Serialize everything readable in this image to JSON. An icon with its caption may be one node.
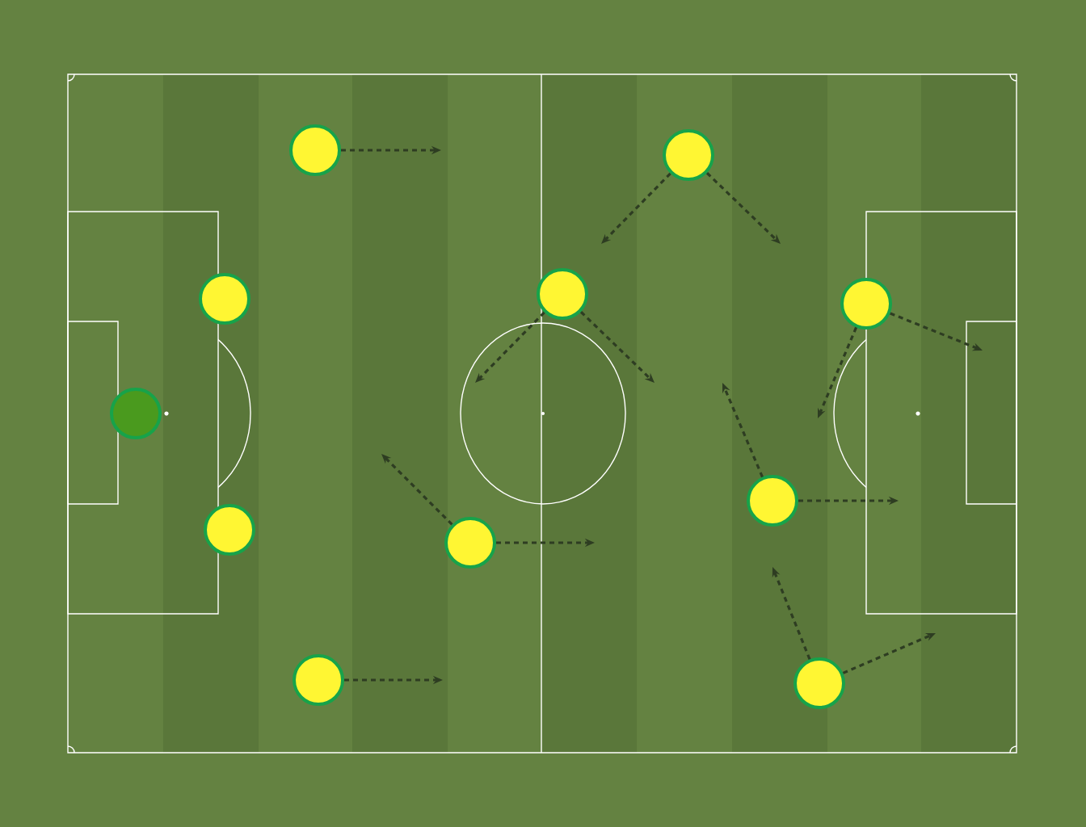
{
  "diagram": {
    "nodes": [
      {
        "text": [],
        "shape": "circle"
      },
      {
        "text": [],
        "shape": "circle"
      },
      {
        "text": [],
        "shape": "circle"
      },
      {
        "text": [],
        "shape": "circle"
      },
      {
        "text": [],
        "shape": "circle"
      },
      {
        "text": [],
        "shape": "circle"
      },
      {
        "text": [],
        "shape": "circle"
      },
      {
        "text": [],
        "shape": "circle"
      },
      {
        "text": [],
        "shape": "circle"
      },
      {
        "text": [],
        "shape": "circle"
      },
      {
        "text": [],
        "shape": "circle"
      }
    ],
    "edges": [
      {
        "from": 1,
        "to": null,
        "arrow": "to",
        "style": "dashed"
      },
      {
        "from": 4,
        "to": null,
        "arrow": "to",
        "style": "dashed"
      },
      {
        "from": 6,
        "to": null,
        "arrow": "to",
        "style": "dashed"
      },
      {
        "from": 6,
        "to": null,
        "arrow": "to",
        "style": "dashed"
      },
      {
        "from": 5,
        "to": null,
        "arrow": "to",
        "style": "dashed"
      },
      {
        "from": 5,
        "to": null,
        "arrow": "to",
        "style": "dashed"
      },
      {
        "from": 7,
        "to": null,
        "arrow": "to",
        "style": "dashed"
      },
      {
        "from": 7,
        "to": null,
        "arrow": "to",
        "style": "dashed"
      },
      {
        "from": 8,
        "to": null,
        "arrow": "to",
        "style": "dashed"
      },
      {
        "from": 8,
        "to": null,
        "arrow": "to",
        "style": "dashed"
      },
      {
        "from": 9,
        "to": null,
        "arrow": "to",
        "style": "dashed"
      },
      {
        "from": 9,
        "to": null,
        "arrow": "to",
        "style": "dashed"
      },
      {
        "from": 10,
        "to": null,
        "arrow": "to",
        "style": "dashed"
      },
      {
        "from": 10,
        "to": null,
        "arrow": "to",
        "style": "dashed"
      }
    ]
  }
}
